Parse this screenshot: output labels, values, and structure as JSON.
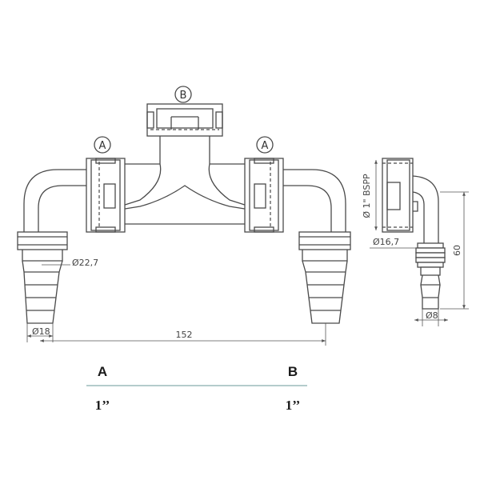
{
  "diagram": {
    "port_labels": {
      "top": "B",
      "left": "A",
      "right": "A"
    },
    "dimensions": {
      "inner_diameter": "Ø22,7",
      "outlet_diameter": "Ø18",
      "overall_width": "152",
      "thread": "Ø 1\" BSPP",
      "side_diameter": "Ø16,7",
      "side_height": "60",
      "tip_diameter": "Ø8"
    }
  },
  "spec_table": {
    "headers": [
      "A",
      "B"
    ],
    "values": [
      "1’’",
      "1’’"
    ]
  },
  "colors": {
    "line": "#4a4a4a",
    "table_rule": "#6a9a9a"
  }
}
